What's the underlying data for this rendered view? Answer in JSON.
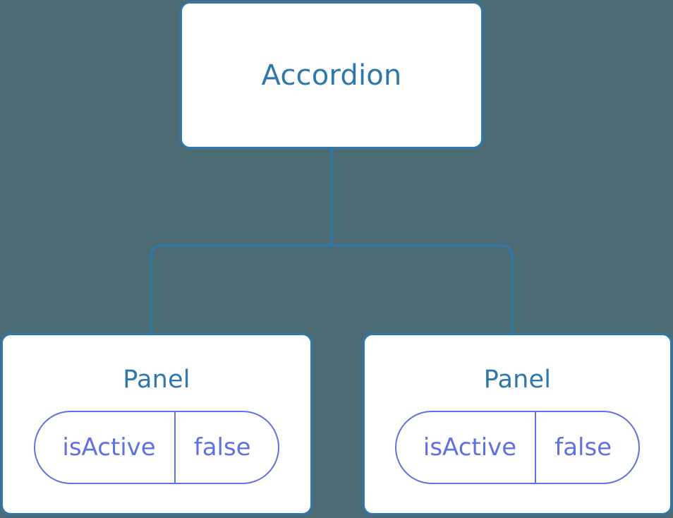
{
  "diagram": {
    "type": "component-tree",
    "background_color": "#4c6a74",
    "node_border_color": "#2e78ab",
    "node_fill_color": "#ffffff",
    "node_text_color": "#2e78ab",
    "prop_color": "#6271e0",
    "edge_color": "#2e78ab",
    "root": {
      "label": "Accordion"
    },
    "children": [
      {
        "label": "Panel",
        "props": [
          {
            "key": "isActive",
            "value": "false"
          }
        ]
      },
      {
        "label": "Panel",
        "props": [
          {
            "key": "isActive",
            "value": "false"
          }
        ]
      }
    ]
  }
}
